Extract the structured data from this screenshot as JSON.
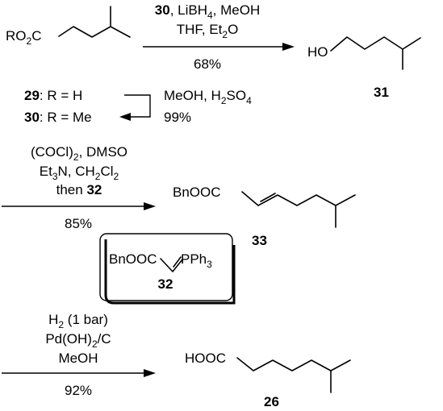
{
  "step1": {
    "reagent_label_num": "30",
    "reagent_label_rest": ", LiBH",
    "reagent_label_sub": "4",
    "reagent_label_end": ", MeOH",
    "solvent_main": "THF, Et",
    "solvent_sub": "2",
    "solvent_end": "O",
    "yield": "68%"
  },
  "start_material": {
    "label_main": "RO",
    "label_sub": "2",
    "label_end": "C"
  },
  "product31": {
    "label": "HO",
    "id": "31"
  },
  "compound_29": {
    "id": "29",
    "desc": ": R = H"
  },
  "compound_30": {
    "id": "30",
    "desc": ": R = Me"
  },
  "esterification": {
    "reagents_main": "MeOH, H",
    "reagents_sub": "2",
    "reagents_mid": "SO",
    "reagents_sub2": "4",
    "yield": "99%"
  },
  "step2": {
    "line1_a": "(COCl)",
    "line1_sub": "2",
    "line1_b": ", DMSO",
    "line2_a": "Et",
    "line2_sub": "3",
    "line2_b": "N, CH",
    "line2_sub2": "2",
    "line2_c": "Cl",
    "line2_sub3": "2",
    "line3_a": "then ",
    "line3_num": "32",
    "yield": "85%"
  },
  "product33": {
    "label": "BnOOC",
    "id": "33"
  },
  "ylide32": {
    "label_a": "BnOOC",
    "label_b": "PPh",
    "label_sub": "3",
    "id": "32"
  },
  "step3": {
    "line1_a": "H",
    "line1_sub": "2",
    "line1_b": " (1 bar)",
    "line2_a": "Pd(OH)",
    "line2_sub": "2",
    "line2_b": "/C",
    "line3": "MeOH",
    "yield": "92%"
  },
  "product26": {
    "label": "HOOC",
    "id": "26"
  }
}
